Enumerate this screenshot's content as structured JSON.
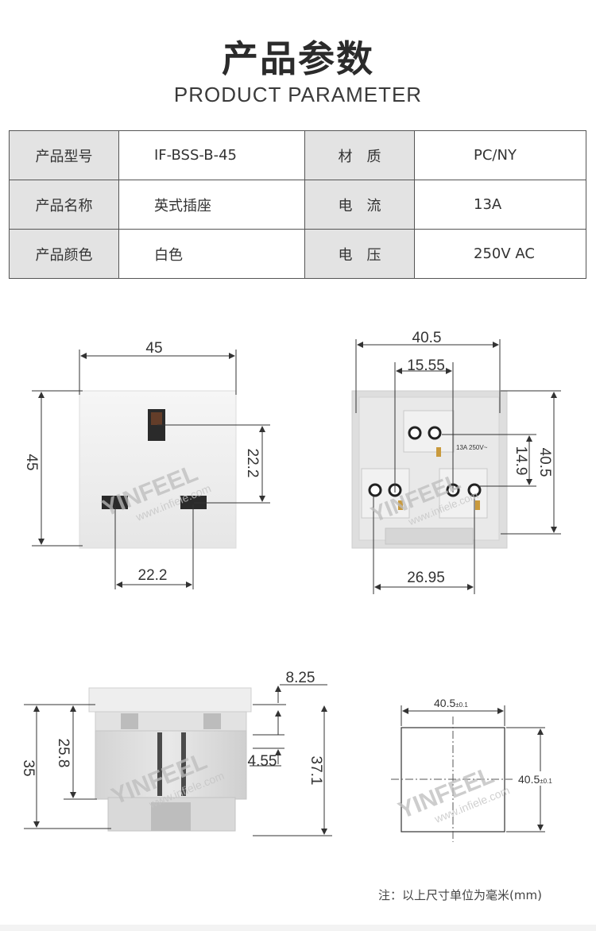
{
  "header": {
    "title_cn": "产品参数",
    "title_en": "PRODUCT PARAMETER"
  },
  "params": {
    "rows": [
      {
        "label1": "产品型号",
        "value1": "IF-BSS-B-45",
        "label2": "材质",
        "value2": "PC/NY"
      },
      {
        "label1": "产品名称",
        "value1": "英式插座",
        "label2": "电流",
        "value2": "13A"
      },
      {
        "label1": "产品颜色",
        "value1": "白色",
        "label2": "电压",
        "value2": "250V AC"
      }
    ]
  },
  "drawings": {
    "front": {
      "width": "45",
      "height": "45",
      "pin_vertical": "22.2",
      "pin_horizontal": "22.2"
    },
    "back": {
      "width": "40.5",
      "inner": "15.55",
      "height": "40.5",
      "inner_height": "14.9",
      "bottom": "26.95",
      "rating": "13A 250V~"
    },
    "side": {
      "top": "8.25",
      "gap": "4.55",
      "total_height": "35",
      "body_height": "25.8",
      "right_height": "37.1"
    },
    "cutout": {
      "width": "40.5",
      "height": "40.5",
      "tolerance": "±0.1"
    },
    "watermark": {
      "brand": "YINFEEL",
      "site": "www.infiele.com"
    }
  },
  "footer": {
    "note": "注：以上尺寸单位为毫米(mm)"
  }
}
